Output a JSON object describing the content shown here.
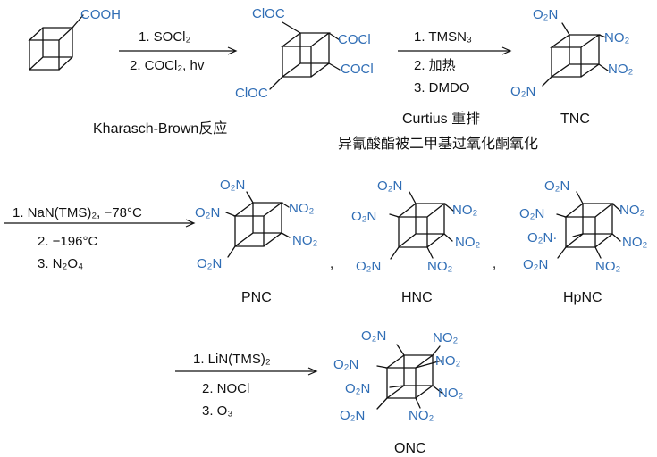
{
  "compounds": {
    "start": {
      "acid": "COOH"
    },
    "tetra": {
      "g1": "ClOC",
      "g2": "COCl",
      "g3": "COCl",
      "g4": "ClOC"
    },
    "tnc": {
      "name": "TNC",
      "g1": "O₂N",
      "g2": "NO₂",
      "g3": "NO₂",
      "g4": "O₂N"
    },
    "pnc": {
      "name": "PNC",
      "g1": "O₂N",
      "g2": "O₂N",
      "g3": "NO₂",
      "g4": "NO₂",
      "g5": "O₂N"
    },
    "hnc": {
      "name": "HNC",
      "g1": "O₂N",
      "g2": "O₂N",
      "g3": "NO₂",
      "g4": "NO₂",
      "g5": "O₂N",
      "g6": "NO₂"
    },
    "hpnc": {
      "name": "HpNC",
      "g1": "O₂N",
      "g2": "O₂N",
      "g3": "NO₂",
      "g4": "O₂N·",
      "g5": "NO₂",
      "g6": "O₂N",
      "g7": "NO₂"
    },
    "onc": {
      "name": "ONC",
      "g1": "O₂N",
      "g2": "NO₂",
      "g3": "O₂N",
      "g4": "NO₂",
      "g5": "O₂N",
      "g6": "NO₂",
      "g7": "O₂N",
      "g8": "NO₂"
    }
  },
  "step1": {
    "c1": "1. SOCl₂",
    "c2": "2. COCl₂,  hv",
    "name": "Kharasch-Brown反应"
  },
  "step2": {
    "c1": "1. TMSN₃",
    "c2": "2. 加热",
    "c3": "3. DMDO",
    "name1": "Curtius 重排",
    "name2": "异氰酸酯被二甲基过氧化酮氧化"
  },
  "step3": {
    "c1": "1. NaN(TMS)₂, −78°C",
    "c2": "2. −196°C",
    "c3": "3. N₂O₄"
  },
  "step4": {
    "c1": "1. LiN(TMS)₂",
    "c2": "2. NOCl",
    "c3": "3. O₃"
  },
  "separators": {
    "s1": ",",
    "s2": ","
  },
  "colors": {
    "substituent": "#2f6db5",
    "bond": "#111111"
  }
}
